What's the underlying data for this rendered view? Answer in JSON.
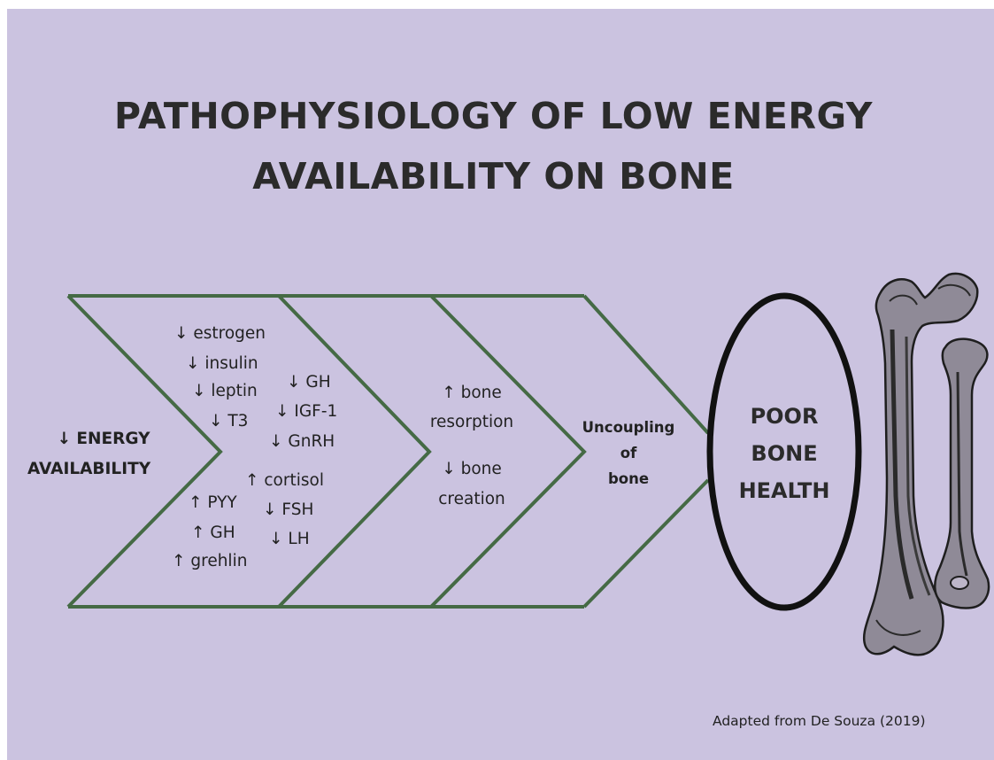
{
  "title": {
    "line1": "PATHOPHYSIOLOGY OF LOW ENERGY",
    "line2": "AVAILABILITY ON BONE"
  },
  "stage1": {
    "line1": "↓ ENERGY",
    "line2": "AVAILABILITY"
  },
  "stage2": {
    "estrogen": "↓ estrogen",
    "insulin": "↓ insulin",
    "leptin": "↓ leptin",
    "t3": "↓ T3",
    "gh_down": "↓ GH",
    "igf1": "↓ IGF-1",
    "gnrh": "↓ GnRH",
    "cortisol": "↑ cortisol",
    "pyy": "↑ PYY",
    "gh_up": "↑ GH",
    "grehlin": "↑ grehlin",
    "fsh": "↓ FSH",
    "lh": "↓ LH"
  },
  "stage3": {
    "line1": "↑ bone",
    "line2": "resorption",
    "line3": "↓ bone",
    "line4": "creation"
  },
  "stage4": {
    "line1": "Uncoupling",
    "line2": "of",
    "line3": "bone"
  },
  "outcome": {
    "line1": "POOR",
    "line2": "BONE",
    "line3": "HEALTH"
  },
  "credit": "Adapted from De Souza (2019)",
  "colors": {
    "background": "#cbc3e0",
    "chevron_stroke": "#456a45",
    "ellipse_stroke": "#111111",
    "text": "#2b2b2b"
  },
  "icons": [
    "femur-illustration",
    "radius-illustration"
  ]
}
